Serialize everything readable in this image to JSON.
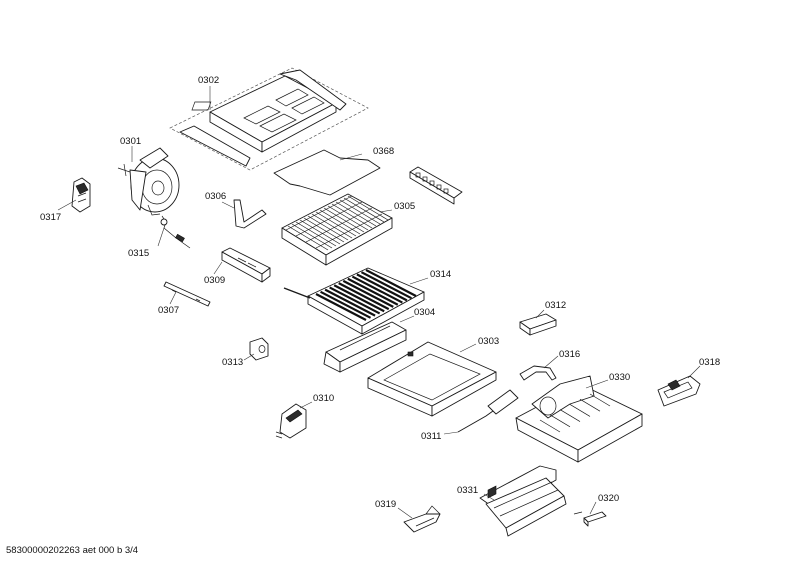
{
  "labels": {
    "p0302": "0302",
    "p0301": "0301",
    "p0368": "0368",
    "p0317": "0317",
    "p0306": "0306",
    "p0305": "0305",
    "p0315": "0315",
    "p0309": "0309",
    "p0314": "0314",
    "p0307": "0307",
    "p0304": "0304",
    "p0312": "0312",
    "p0313": "0313",
    "p0303": "0303",
    "p0316": "0316",
    "p0318": "0318",
    "p0330": "0330",
    "p0310": "0310",
    "p0311": "0311",
    "p0319": "0319",
    "p0331": "0331",
    "p0320": "0320"
  },
  "footer": "58300000202263 aet 000 b 3/4"
}
